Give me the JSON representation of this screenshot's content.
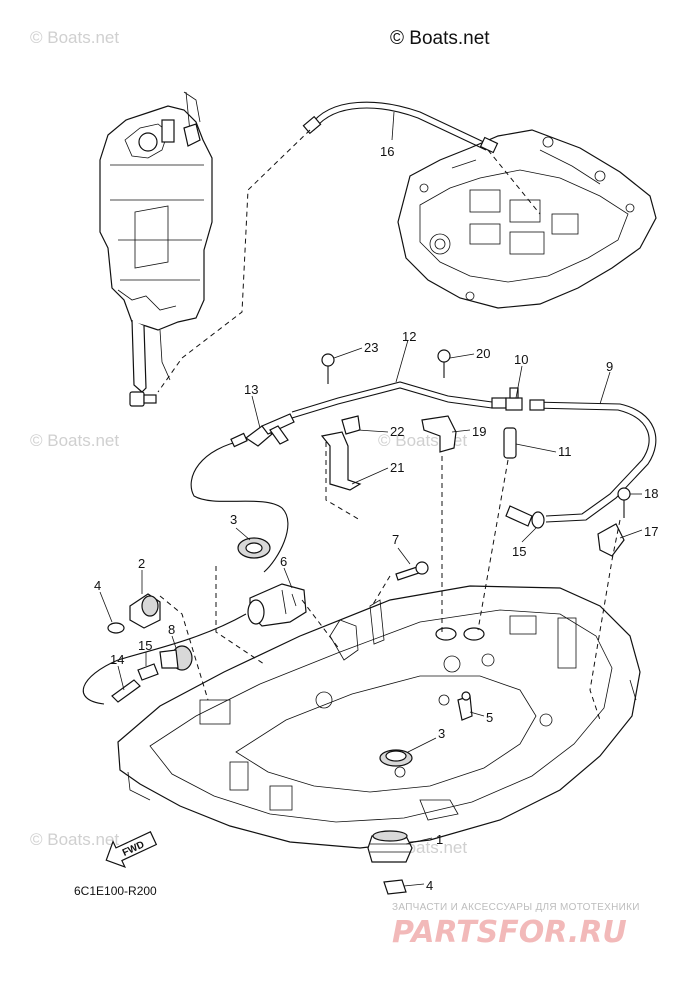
{
  "copyright": "© Boats.net",
  "watermarks": [
    "© Boats.net",
    "© Boats.net",
    "© Boats.net",
    "© Boats.net",
    "© Boats.net",
    "© Boats.net"
  ],
  "diagram_code": "6C1E100-R200",
  "fwd_label": "FWD",
  "brand": {
    "tagline": "ЗАПЧАСТИ И АКСЕССУАРЫ ДЛЯ МОТОТЕХНИКИ",
    "logo": "PARTSFOR.RU",
    "logo_color": "#f2b9b9"
  },
  "callouts": [
    "16",
    "23",
    "12",
    "20",
    "10",
    "9",
    "13",
    "22",
    "19",
    "11",
    "21",
    "3",
    "18",
    "17",
    "15",
    "7",
    "6",
    "2",
    "4",
    "8",
    "15",
    "14",
    "5",
    "3",
    "1",
    "4"
  ]
}
